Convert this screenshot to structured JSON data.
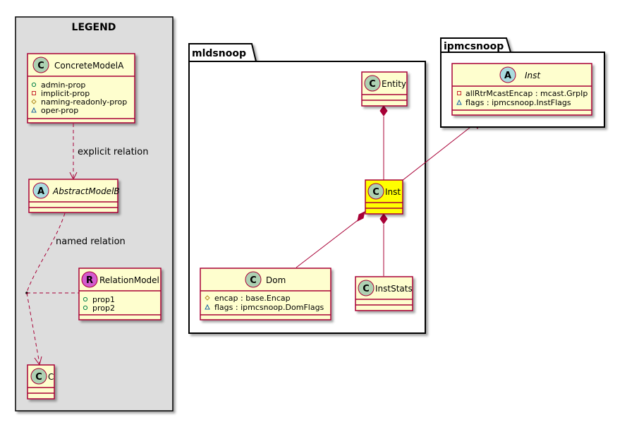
{
  "legend": {
    "title": "LEGEND",
    "concrete": {
      "stereotype": "C",
      "name": "ConcreteModelA",
      "attrs": [
        "admin-prop",
        "implicit-prop",
        "naming-readonly-prop",
        "oper-prop"
      ]
    },
    "abstract": {
      "stereotype": "A",
      "name": "AbstractModelB"
    },
    "relation_model": {
      "stereotype": "R",
      "name": "RelationModel",
      "attrs": [
        "prop1",
        "prop2"
      ]
    },
    "c": {
      "stereotype": "C",
      "name": "C"
    },
    "explicit_relation_label": "explicit relation",
    "named_relation_label": "named relation"
  },
  "packages": {
    "mldsnoop": {
      "title": "mldsnoop",
      "entity": {
        "stereotype": "C",
        "name": "Entity"
      },
      "inst": {
        "stereotype": "C",
        "name": "Inst"
      },
      "dom": {
        "stereotype": "C",
        "name": "Dom",
        "attrs": [
          "encap : base.Encap",
          "flags : ipmcsnoop.DomFlags"
        ]
      },
      "inststats": {
        "stereotype": "C",
        "name": "InstStats"
      }
    },
    "ipmcsnoop": {
      "title": "ipmcsnoop",
      "inst": {
        "stereotype": "A",
        "name": "Inst",
        "attrs": [
          "allRtrMcastEncap : mcast.GrpIp",
          "flags : ipmcsnoop.InstFlags"
        ]
      }
    }
  },
  "colors": {
    "class_fill": "#FEFECE",
    "class_border": "#A80036",
    "highlight_fill": "#FFFF00",
    "legend_bg": "#DDDDDD",
    "circle_c": "#ADD1B2",
    "circle_a": "#A9DCDF",
    "circle_r": "#D45BCF"
  }
}
